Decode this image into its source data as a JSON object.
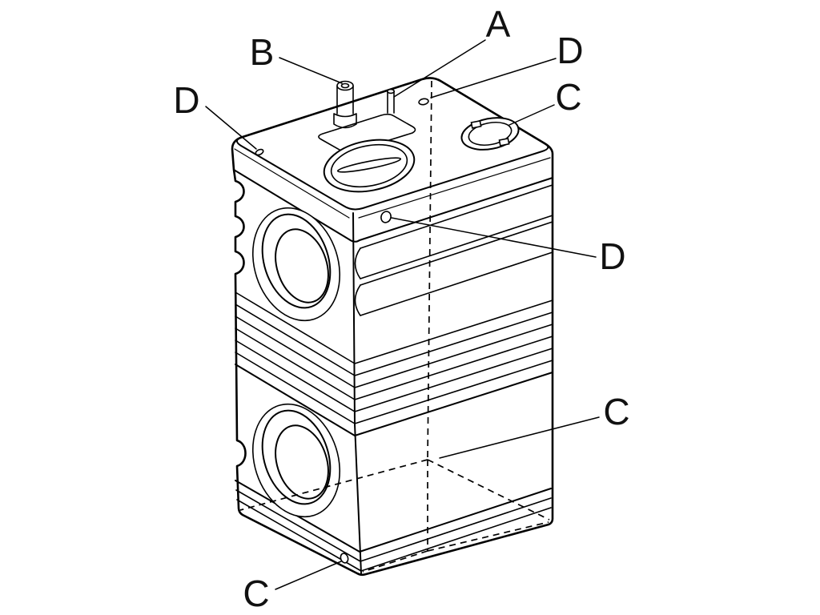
{
  "figure": {
    "background_color": "#ffffff",
    "line_color": "#000000",
    "callouts": [
      {
        "id": "callout-a-top",
        "label": "A"
      },
      {
        "id": "callout-b-top",
        "label": "B"
      },
      {
        "id": "callout-d-top-right",
        "label": "D"
      },
      {
        "id": "callout-c-top-right",
        "label": "C"
      },
      {
        "id": "callout-d-top-left",
        "label": "D"
      },
      {
        "id": "callout-d-mid-right",
        "label": "D"
      },
      {
        "id": "callout-c-mid-right",
        "label": "C"
      },
      {
        "id": "callout-c-bottom-left",
        "label": "C"
      }
    ]
  }
}
